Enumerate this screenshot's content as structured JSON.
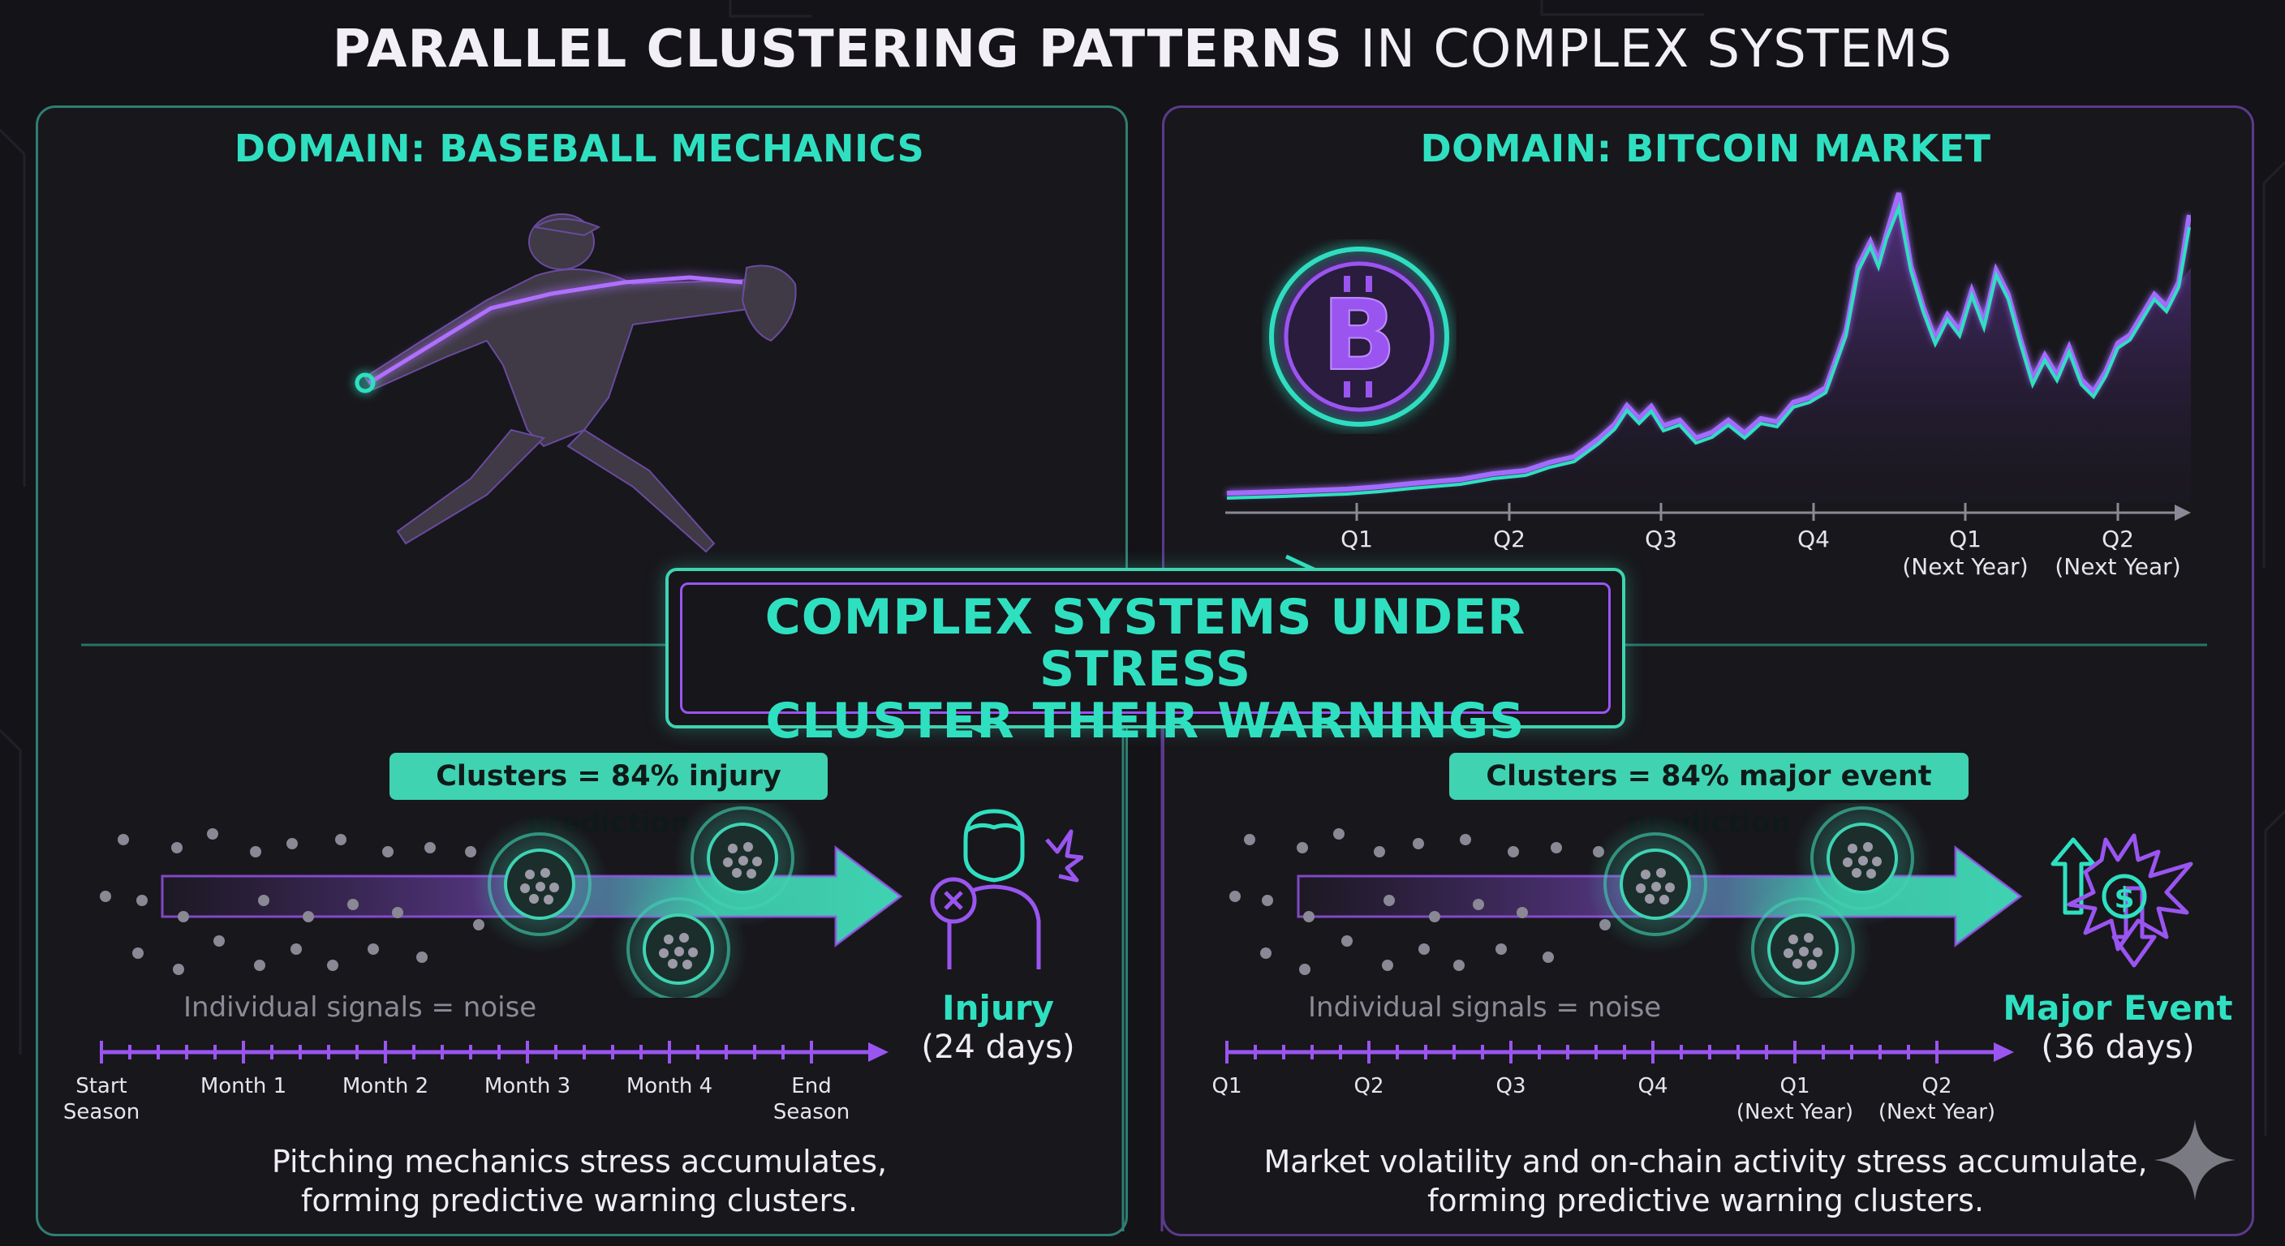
{
  "title": {
    "bold": "PARALLEL CLUSTERING PATTERNS",
    "light": "IN COMPLEX SYSTEMS"
  },
  "left": {
    "domain": "DOMAIN: BASEBALL MECHANICS",
    "pill": "Clusters = 84% injury prediction",
    "noise": "Individual signals = noise",
    "event_name": "Injury",
    "event_days": "(24 days)",
    "timeline": [
      "Start\nSeason",
      "Month 1",
      "Month 2",
      "Month 3",
      "Month 4",
      "End\nSeason"
    ],
    "caption_l1": "Pitching mechanics stress accumulates,",
    "caption_l2": "forming predictive warning clusters."
  },
  "right": {
    "domain": "DOMAIN: BITCOIN MARKET",
    "pill": "Clusters = 84% major event prediction",
    "noise": "Individual signals = noise",
    "event_name": "Major Event",
    "event_days": "(36 days)",
    "timeline": [
      "Q1",
      "Q2",
      "Q3",
      "Q4",
      "Q1\n(Next Year)",
      "Q2\n(Next Year)"
    ],
    "caption_l1": "Market volatility and on-chain activity stress accumulate,",
    "caption_l2": "forming predictive warning clusters.",
    "chart_axis": [
      "Q1",
      "Q2",
      "Q3",
      "Q4",
      "Q1\n(Next Year)",
      "Q2\n(Next Year)"
    ]
  },
  "center": {
    "line1": "COMPLEX SYSTEMS UNDER STRESS",
    "line2": "CLUSTER THEIR WARNINGS"
  },
  "colors": {
    "teal": "#2fe0c0",
    "purple": "#9a55f0",
    "bg": "#141318"
  },
  "icons": [
    "baseball-pitcher-silhouette",
    "bitcoin-icon",
    "injured-person-icon",
    "market-event-icon",
    "sparkle-icon"
  ]
}
